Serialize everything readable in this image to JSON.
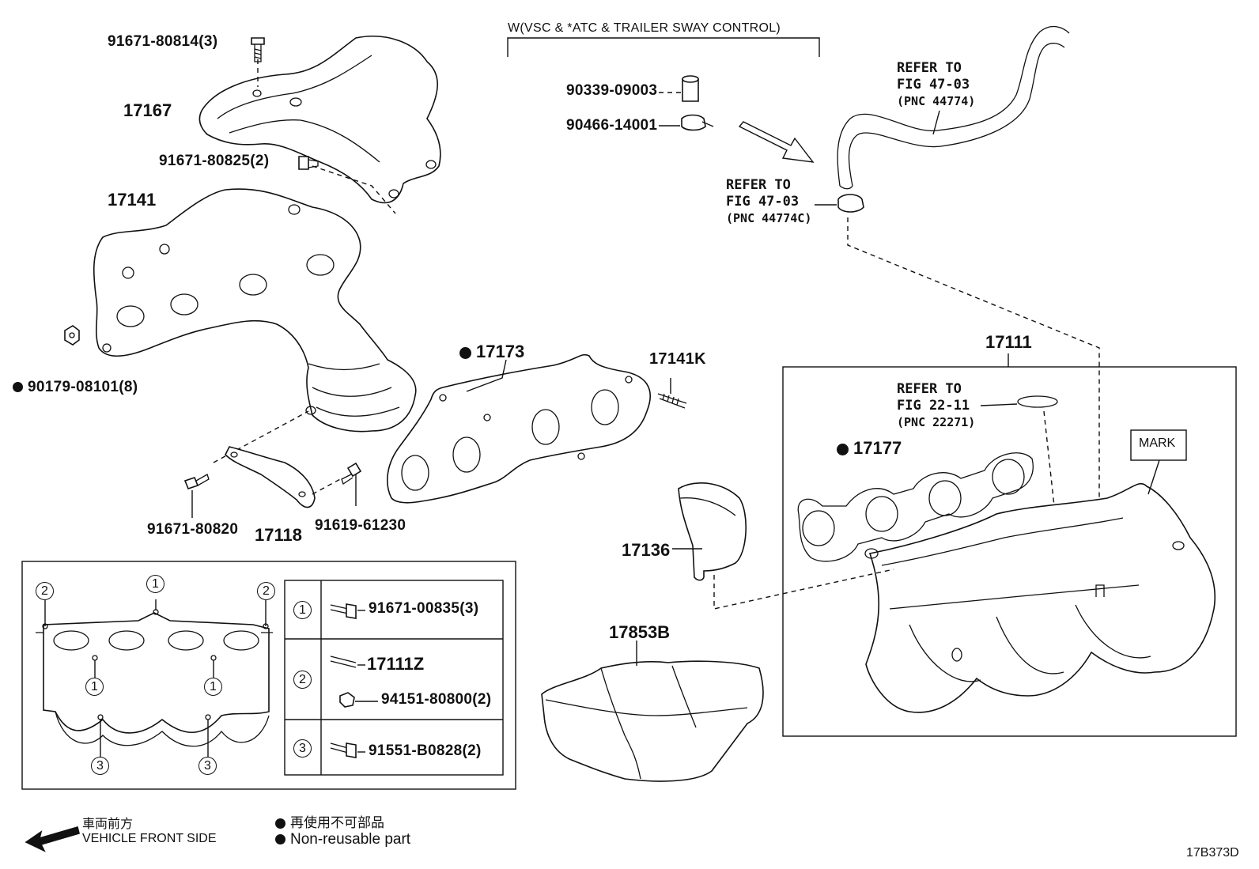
{
  "header": {
    "option_note": "W(VSC & *ATC & TRAILER SWAY CONTROL)"
  },
  "parts": {
    "bolt_80814": "91671-80814(3)",
    "heat_insulator": "17167",
    "bolt_80825": "91671-80825(2)",
    "exhaust_manifold": "17141",
    "nut_08101": "90179-08101(8)",
    "gasket_17173": "17173",
    "stud_17141K": "17141K",
    "bolt_80820": "91671-80820",
    "stay_17118": "17118",
    "bolt_61230": "91619-61230",
    "cap_09003": "90339-09003",
    "clamp_14001": "90466-14001",
    "intake_manifold": "17111",
    "gasket_17177": "17177",
    "insulator_17136": "17136",
    "cover_17853B": "17853B",
    "mark_label": "MARK"
  },
  "references": {
    "hose_upper": {
      "line1": "REFER TO",
      "line2": "FIG 47-03",
      "line3": "(PNC 44774)"
    },
    "hose_clamp": {
      "line1": "REFER TO",
      "line2": "FIG 47-03",
      "line3": "(PNC 44774C)"
    },
    "oring": {
      "line1": "REFER TO",
      "line2": "FIG 22-11",
      "line3": "(PNC 22271)"
    }
  },
  "fastener_table": {
    "rows": [
      {
        "key": "1",
        "items": [
          "91671-00835(3)"
        ]
      },
      {
        "key": "2",
        "items": [
          "17111Z",
          "94151-80800(2)"
        ]
      },
      {
        "key": "3",
        "items": [
          "91551-B0828(2)"
        ]
      }
    ],
    "markers": [
      "1",
      "2",
      "3"
    ]
  },
  "legend": {
    "front_jp": "車両前方",
    "front_en": "VEHICLE FRONT SIDE",
    "nonreuse_jp": "再使用不可部品",
    "nonreuse_en": "Non-reusable part"
  },
  "figure_code": "17B373D"
}
